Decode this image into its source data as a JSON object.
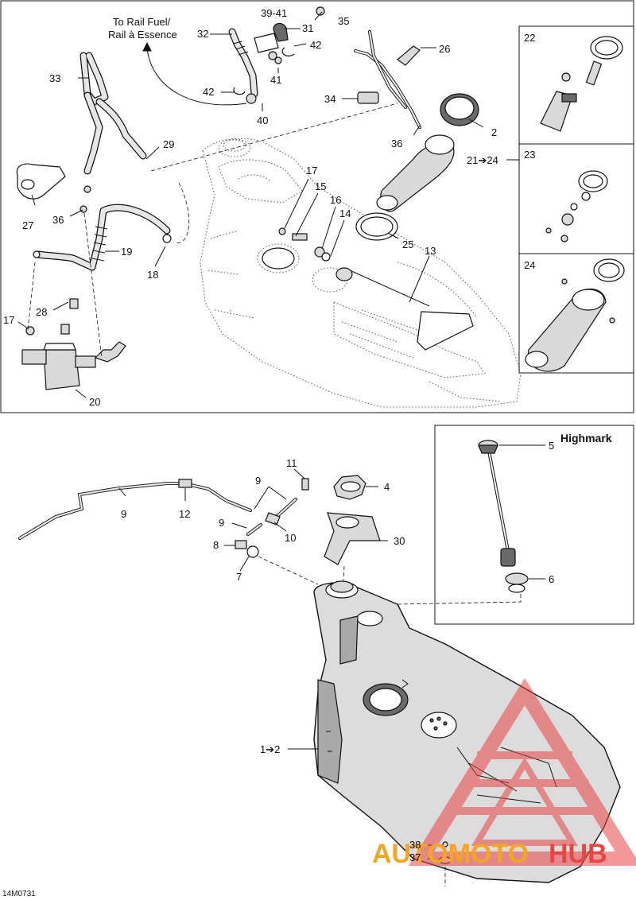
{
  "top_panel": {
    "note": {
      "line1": "To Rail Fuel/",
      "line2": "Rail à Essence"
    },
    "callouts": [
      "39-41",
      "35",
      "32",
      "31",
      "42",
      "26",
      "33",
      "41",
      "42",
      "34",
      "40",
      "2",
      "36",
      "29",
      "21➔24",
      "17",
      "22",
      "15",
      "16",
      "14",
      "23",
      "27",
      "36",
      "13",
      "25",
      "19",
      "18",
      "24",
      "28",
      "17",
      "20"
    ]
  },
  "inset_labels": {
    "a": "22",
    "b": "23",
    "c": "24"
  },
  "bottom_panel": {
    "highmark_title": "Highmark",
    "callouts": [
      "11",
      "9",
      "4",
      "9",
      "12",
      "9",
      "10",
      "8",
      "30",
      "7",
      "1➔2",
      "5",
      "6",
      "38",
      "37"
    ]
  },
  "drawing_code": "14M0731",
  "watermark": {
    "brand_a": "AUTOMOTO",
    "brand_b": "HUB",
    "color_a": "#f5a524",
    "color_b": "#e84545"
  },
  "colors": {
    "watermark_triangle": "#e84545"
  }
}
